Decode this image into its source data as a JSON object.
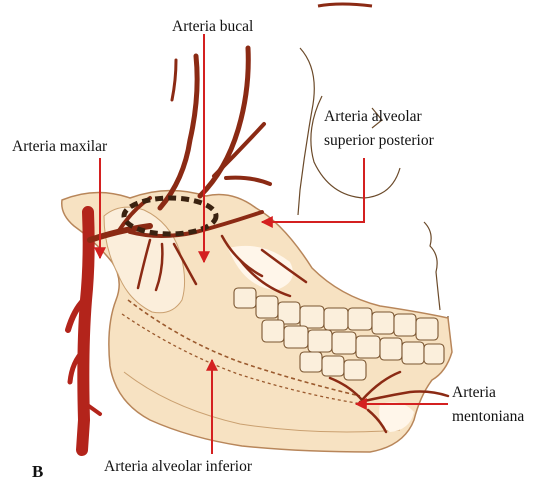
{
  "labels": {
    "bucal": "Arteria bucal",
    "maxilar": "Arteria maxilar",
    "alveolar_sup_line1": "Arteria alveolar",
    "alveolar_sup_line2": "superior posterior",
    "alveolar_inf": "Arteria alveolar inferior",
    "mentoniana_line1": "Arteria",
    "mentoniana_line2": "mentoniana"
  },
  "panel_label": "B",
  "colors": {
    "background": "#ffffff",
    "bone_fill": "#f7e2c2",
    "bone_stroke": "#b8865a",
    "artery_dark": "#8b2a14",
    "artery_main": "#b3241b",
    "arrow": "#d42020",
    "outline": "#6b4a2a",
    "text": "#111111"
  }
}
